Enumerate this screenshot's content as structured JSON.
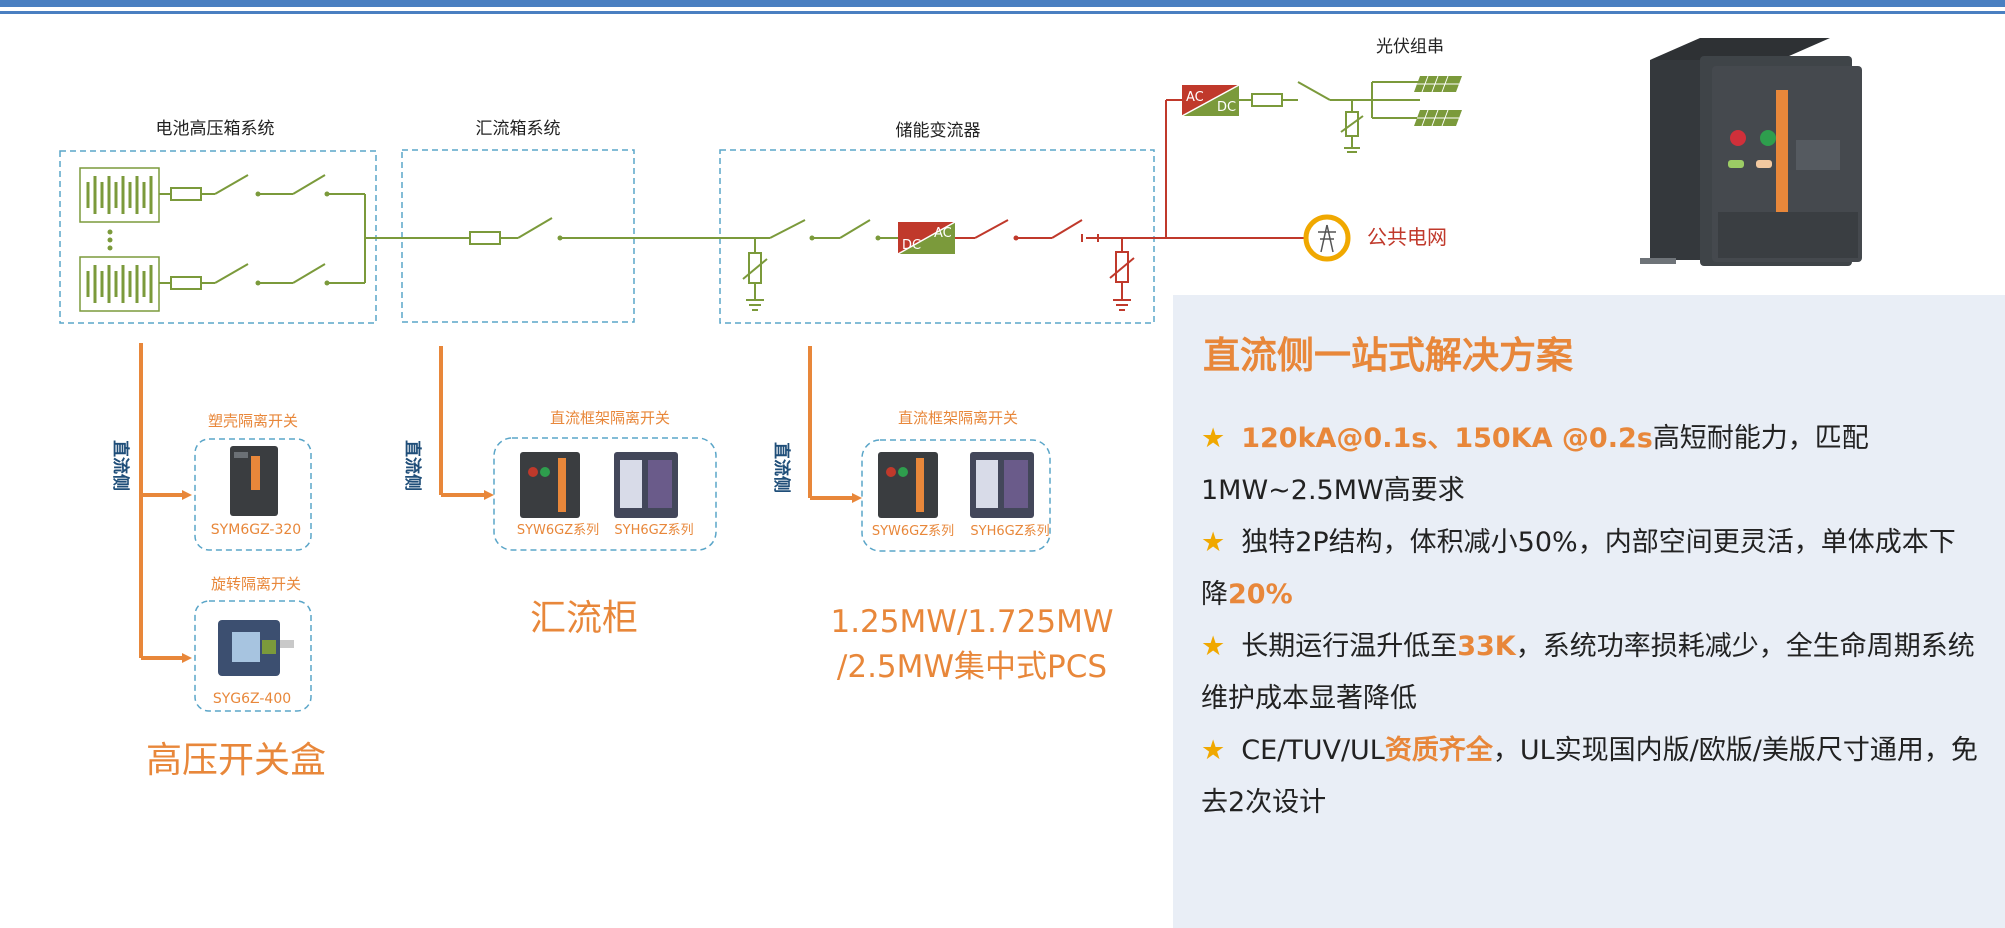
{
  "colors": {
    "accent": "#e8873a",
    "green": "#7b9a3b",
    "red": "#c0392b",
    "blue_bar": "#4a7fc1",
    "dash": "#5aa5c8",
    "panel_bg": "#e9eef6"
  },
  "diagram": {
    "system_labels": {
      "battery": "电池高压箱系统",
      "combiner": "汇流箱系统",
      "pcs": "储能变流器",
      "pv": "光伏组串",
      "grid": "公共电网"
    },
    "converter_top": {
      "left": "AC",
      "right": "DC"
    },
    "converter_main": {
      "left": "DC",
      "right": "AC"
    },
    "side_label": "直流侧",
    "products": {
      "molded_case": {
        "title": "塑壳隔离开关",
        "model": "SYM6GZ-320"
      },
      "rotary": {
        "title": "旋转隔离开关",
        "model": "SYG6Z-400"
      },
      "frame1": {
        "title": "直流框架隔离开关",
        "model_a": "SYW6GZ系列",
        "model_b": "SYH6GZ系列"
      },
      "frame2": {
        "title": "直流框架隔离开关",
        "model_a": "SYW6GZ系列",
        "model_b": "SYH6GZ系列"
      }
    },
    "captions": {
      "hv_box": "高压开关盒",
      "combiner_cab": "汇流柜",
      "pcs_line1": "1.25MW/1.725MW",
      "pcs_line2": "/2.5MW集中式PCS"
    }
  },
  "panel": {
    "title": "直流侧一站式解决方案",
    "star": "★",
    "b1": {
      "hl1": "120kA@0.1s、150KA @0.2s",
      "text1": "高短耐能力，匹配1MW~2.5MW高要求"
    },
    "b2": {
      "text1": "独特2P结构，体积减小50%，内部空间更灵活，单体成本下降",
      "hl1": "20%"
    },
    "b3": {
      "text1": "长期运行温升低至",
      "hl1": "33K",
      "text2": "，系统功率损耗减少，全生命周期系统维护成本显著降低"
    },
    "b4": {
      "text1": "CE/TUV/UL",
      "hl1": "资质齐全",
      "text2": "，UL实现国内版/欧版/美版尺寸通用，免去2次设计"
    }
  }
}
